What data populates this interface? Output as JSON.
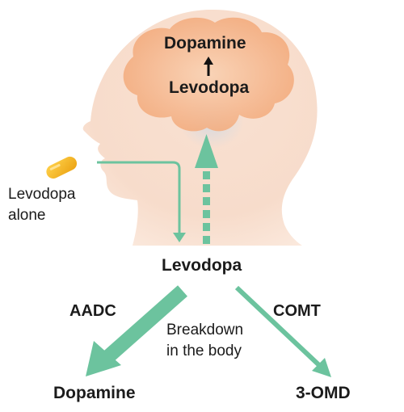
{
  "brain": {
    "top_label": "Dopamine",
    "bottom_label": "Levodopa"
  },
  "pill": {
    "label_line1": "Levodopa",
    "label_line2": "alone"
  },
  "center": {
    "label": "Levodopa"
  },
  "left_branch": {
    "enzyme": "AADC",
    "product": "Dopamine"
  },
  "right_branch": {
    "enzyme": "COMT",
    "product": "3-OMD"
  },
  "note": {
    "line1": "Breakdown",
    "line2": "in the body"
  },
  "colors": {
    "arrow_green": "#6cc39e",
    "head_skin": "#f6dac8",
    "brain_orange": "#f2a878",
    "pill_yellow": "#f4b21f",
    "text_dark": "#1b1b1b"
  }
}
